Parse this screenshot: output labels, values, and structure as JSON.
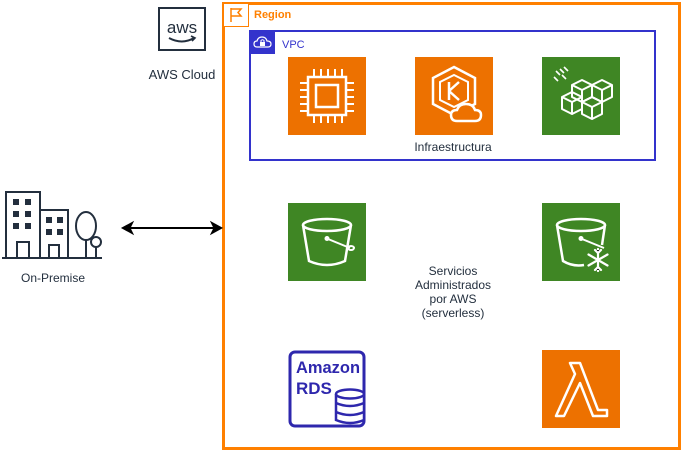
{
  "cloud": {
    "label": "AWS Cloud",
    "logo_text": "aws"
  },
  "region": {
    "label": "Region",
    "border_color": "#ff8000",
    "icon": "flag-icon"
  },
  "vpc": {
    "label": "VPC",
    "border_color": "#3333cc",
    "icon": "cloud-lock-icon",
    "caption": "Infraestructura"
  },
  "onprem": {
    "label": "On-Premise",
    "icon": "corporate-building-icon"
  },
  "link": {
    "icon": "bidirectional-arrow"
  },
  "managed_services": {
    "caption_lines": [
      "Servicios",
      "Administrados",
      "por AWS",
      "(serverless)"
    ]
  },
  "services": {
    "ec2": {
      "icon": "ec2-icon",
      "color": "#ed7100"
    },
    "eks": {
      "icon": "eks-icon",
      "color": "#ed7100"
    },
    "storage_gateway": {
      "icon": "storage-blocks-icon",
      "color": "#3f8624"
    },
    "s3": {
      "icon": "s3-bucket-icon",
      "color": "#3f8624"
    },
    "glacier": {
      "icon": "s3-glacier-icon",
      "color": "#3f8624"
    },
    "rds": {
      "icon": "amazon-rds-icon",
      "color": "#2e27ad",
      "line1": "Amazon",
      "line2": "RDS"
    },
    "lambda": {
      "icon": "lambda-icon",
      "color": "#ed7100"
    }
  }
}
